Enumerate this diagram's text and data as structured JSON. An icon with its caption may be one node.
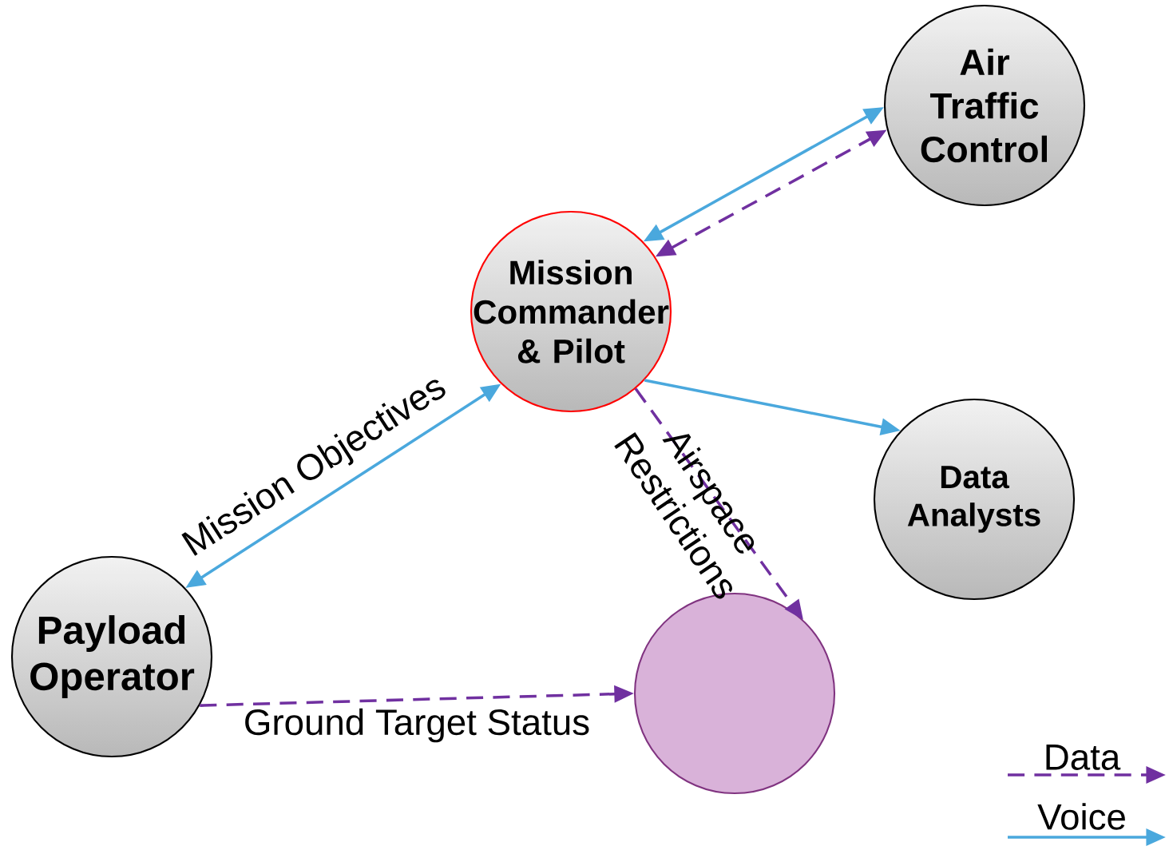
{
  "diagram": {
    "nodes": [
      {
        "text": [
          "Air Traffic Control"
        ]
      },
      {
        "text": [
          "Mission Commander & Pilot"
        ]
      },
      {
        "text": [
          "Data Analysts"
        ]
      },
      {
        "text": [
          "Payload Operator"
        ]
      },
      {
        "text": [],
        "shape": "circle"
      }
    ],
    "edges": [
      {
        "from": 1,
        "to": 0,
        "arrow": "both"
      },
      {
        "from": 1,
        "to": 0,
        "arrow": "both",
        "style": "dashed",
        "color": "#7030a0"
      },
      {
        "from": 1,
        "to": 2,
        "arrow": "to"
      },
      {
        "from": 3,
        "to": 1,
        "arrow": "both",
        "label": "Mission Objectives"
      },
      {
        "from": 1,
        "to": 4,
        "arrow": "to",
        "style": "dashed",
        "color": "#7030a0",
        "label": "Airspace Restrictions"
      },
      {
        "from": 3,
        "to": 4,
        "arrow": "to",
        "style": "dashed",
        "color": "#7030a0",
        "label": "Ground Target Status"
      }
    ],
    "legend": [
      {
        "text": "Data"
      },
      {
        "text": "Voice"
      }
    ]
  }
}
